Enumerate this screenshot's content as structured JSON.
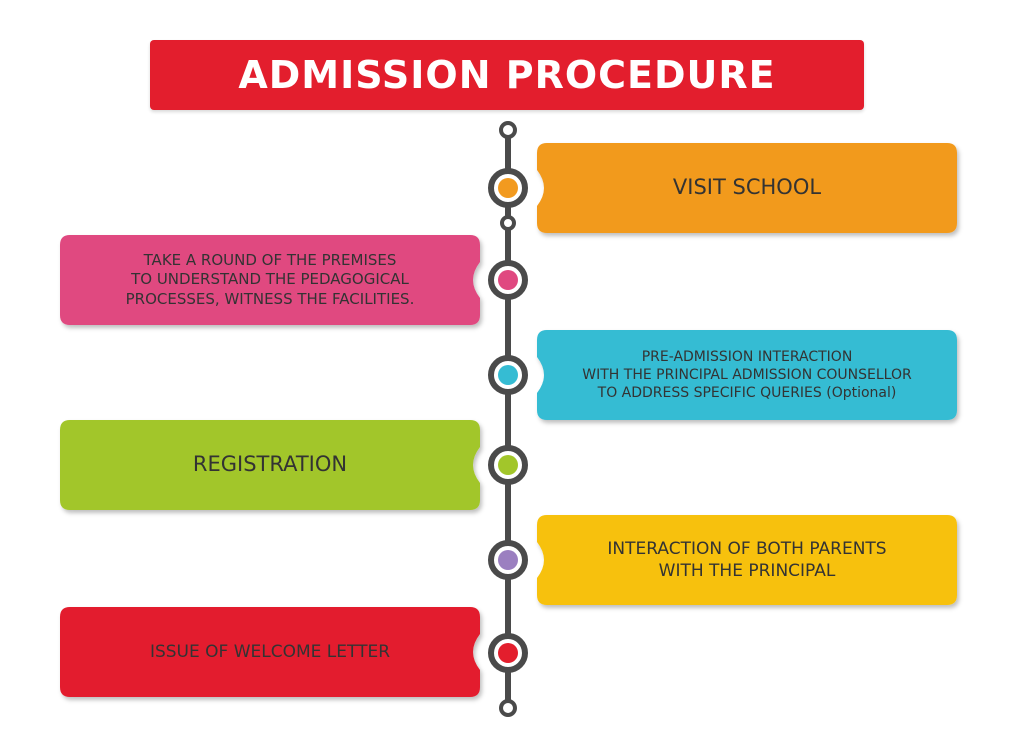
{
  "title": "ADMISSION PROCEDURE",
  "colors": {
    "title_bg": "#e31e2d",
    "line": "#4a4a4a",
    "text": "#333333"
  },
  "steps": [
    {
      "label": "VISIT SCHOOL",
      "side": "right",
      "color": "#f29a1f"
    },
    {
      "label": "TAKE A ROUND OF THE PREMISES\nTO UNDERSTAND THE PEDAGOGICAL\nPROCESSES, WITNESS THE FACILITIES.",
      "side": "left",
      "color": "#e04880"
    },
    {
      "label": "PRE-ADMISSION INTERACTION\nWITH THE PRINCIPAL ADMISSION COUNSELLOR\nTO ADDRESS SPECIFIC QUERIES (Optional)",
      "side": "right",
      "color": "#35bcd3"
    },
    {
      "label": "REGISTRATION",
      "side": "left",
      "color": "#a2c62a"
    },
    {
      "label": "INTERACTION OF BOTH PARENTS\nWITH THE PRINCIPAL",
      "side": "right",
      "color": "#f7c10a",
      "node_color": "#9b7fc0"
    },
    {
      "label": "ISSUE OF WELCOME LETTER",
      "side": "left",
      "color": "#e31e2d"
    }
  ]
}
